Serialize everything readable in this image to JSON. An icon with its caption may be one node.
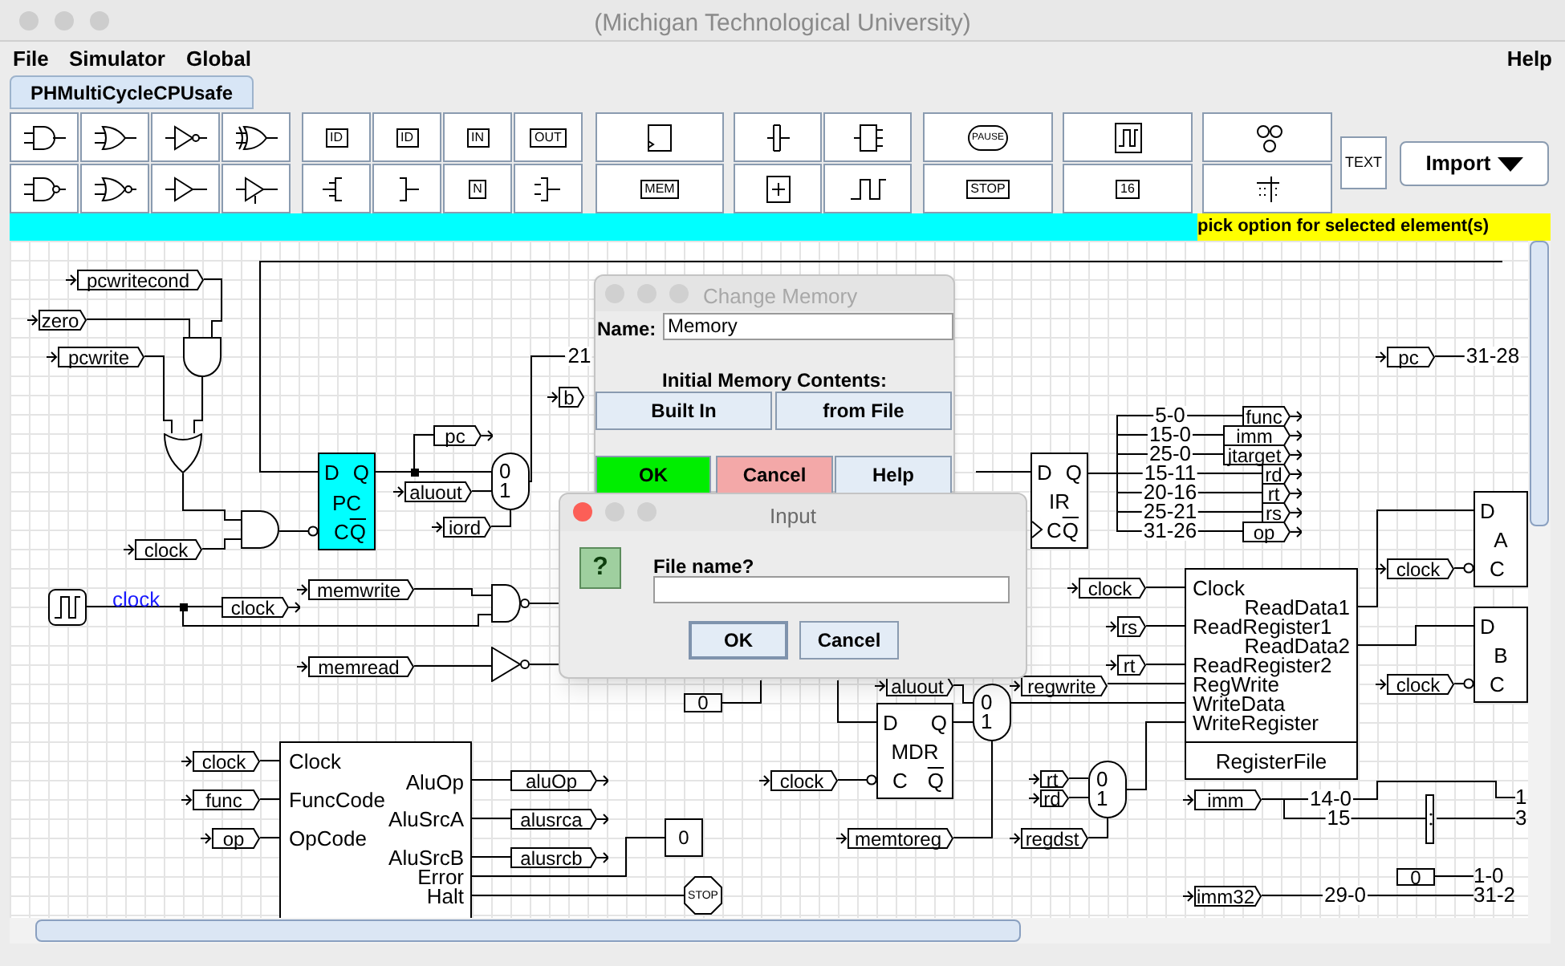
{
  "diagram": {
    "nodes": [
      {
        "text": [
          "pcwritecond"
        ]
      },
      {
        "text": [
          "zero"
        ]
      },
      {
        "text": [
          "pcwrite"
        ]
      },
      {
        "text": [],
        "shape": "gate"
      },
      {
        "text": [],
        "shape": "gate"
      },
      {
        "text": [],
        "shape": "gate"
      },
      {
        "text": [
          "clock"
        ]
      },
      {
        "text": [
          "D",
          "Q",
          "PC",
          "C",
          "Q"
        ]
      },
      {
        "text": [
          "pc"
        ]
      },
      {
        "text": [
          "aluout"
        ]
      },
      {
        "text": [
          "iord"
        ]
      },
      {
        "text": [
          "0",
          "1"
        ]
      },
      {
        "text": [
          "b"
        ]
      },
      {
        "text": [],
        "shape": "picture"
      },
      {
        "text": [
          "clock"
        ]
      },
      {
        "text": [
          "memwrite"
        ]
      },
      {
        "text": [],
        "shape": "gate"
      },
      {
        "text": [
          "memread"
        ]
      },
      {
        "text": [],
        "shape": "gate"
      },
      {
        "text": [
          "0"
        ]
      },
      {
        "text": [
          "Clock",
          "FuncCode",
          "OpCode",
          "AluOp",
          "AluSrcA",
          "AluSrcB",
          "Error",
          "Halt"
        ]
      },
      {
        "text": [
          "clock"
        ]
      },
      {
        "text": [
          "func"
        ]
      },
      {
        "text": [
          "op"
        ]
      },
      {
        "text": [
          "aluOp"
        ]
      },
      {
        "text": [
          "alusrca"
        ]
      },
      {
        "text": [
          "alusrcb"
        ]
      },
      {
        "text": [
          "0"
        ]
      },
      {
        "text": [
          "STOP"
        ]
      },
      {
        "text": [
          "aluout"
        ]
      },
      {
        "text": [
          "D",
          "Q",
          "MDR",
          "C",
          "Q"
        ]
      },
      {
        "text": [
          "0",
          "1"
        ]
      },
      {
        "text": [
          "clock"
        ]
      },
      {
        "text": [
          "memtoreg"
        ]
      },
      {
        "text": [
          "regwrite"
        ]
      },
      {
        "text": [
          "rt"
        ]
      },
      {
        "text": [
          "rd"
        ]
      },
      {
        "text": [
          "0",
          "1"
        ]
      },
      {
        "text": [
          "regdst"
        ]
      },
      {
        "text": [
          "Clock",
          "ReadData1",
          "ReadRegister1",
          "ReadData2",
          "ReadRegister2",
          "RegWrite",
          "WriteData",
          "WriteRegister",
          "RegisterFile"
        ]
      },
      {
        "text": [
          "clock"
        ]
      },
      {
        "text": [
          "rs"
        ]
      },
      {
        "text": [
          "rt"
        ]
      },
      {
        "text": [
          "D",
          "Q",
          "IR",
          "C",
          "Q"
        ]
      },
      {
        "text": [
          "func"
        ]
      },
      {
        "text": [
          "imm"
        ]
      },
      {
        "text": [
          "jtarget"
        ]
      },
      {
        "text": [
          "rd"
        ]
      },
      {
        "text": [
          "rt"
        ]
      },
      {
        "text": [
          "rs"
        ]
      },
      {
        "text": [
          "op"
        ]
      },
      {
        "text": [
          "pc"
        ]
      },
      {
        "text": [
          "D",
          "A",
          "C"
        ]
      },
      {
        "text": [
          "clock"
        ]
      },
      {
        "text": [
          "D",
          "B",
          "C"
        ]
      },
      {
        "text": [
          "clock"
        ]
      },
      {
        "text": [
          "imm"
        ]
      },
      {
        "text": [],
        "shape": "bar"
      },
      {
        "text": [
          "0"
        ]
      },
      {
        "text": [
          "imm32"
        ]
      },
      {
        "text": [
          "1"
        ]
      },
      {
        "text": [
          "3"
        ]
      },
      {
        "text": [
          "31-2"
        ]
      },
      {
        "text": [
          "1-0"
        ]
      }
    ],
    "edges": [
      {
        "from": 0,
        "to": 3,
        "arrow": "none"
      },
      {
        "from": 1,
        "to": 3,
        "arrow": "none"
      },
      {
        "from": 3,
        "to": 4,
        "arrow": "none"
      },
      {
        "from": 2,
        "to": 4,
        "arrow": "none"
      },
      {
        "from": 4,
        "to": 5,
        "arrow": "none"
      },
      {
        "from": 6,
        "to": 5,
        "arrow": "none"
      },
      {
        "from": 5,
        "to": 7,
        "arrow": "other"
      },
      {
        "from": 7,
        "to": 8,
        "arrow": "none"
      },
      {
        "from": 7,
        "to": 11,
        "arrow": "none"
      },
      {
        "from": 9,
        "to": 11,
        "arrow": "none"
      },
      {
        "from": 10,
        "to": 11,
        "arrow": "none"
      },
      {
        "from": 11,
        "to": null,
        "arrow": "none",
        "label": "21"
      },
      {
        "from": null,
        "to": 7,
        "arrow": "none"
      },
      {
        "from": 13,
        "to": 14,
        "arrow": "none"
      },
      {
        "from": 13,
        "to": 16,
        "arrow": "none"
      },
      {
        "from": 15,
        "to": 16,
        "arrow": "none"
      },
      {
        "from": 16,
        "to": null,
        "arrow": "none"
      },
      {
        "from": 17,
        "to": 18,
        "arrow": "none"
      },
      {
        "from": 18,
        "to": null,
        "arrow": "none"
      },
      {
        "from": 19,
        "to": null,
        "arrow": "none"
      },
      {
        "from": 21,
        "to": 20,
        "arrow": "none"
      },
      {
        "from": 22,
        "to": 20,
        "arrow": "none"
      },
      {
        "from": 23,
        "to": 20,
        "arrow": "none"
      },
      {
        "from": 20,
        "to": 24,
        "arrow": "none"
      },
      {
        "from": 20,
        "to": 25,
        "arrow": "none"
      },
      {
        "from": 20,
        "to": 26,
        "arrow": "none"
      },
      {
        "from": 20,
        "to": 27,
        "arrow": "none"
      },
      {
        "from": 20,
        "to": 28,
        "arrow": "none"
      },
      {
        "from": null,
        "to": 43,
        "arrow": "none"
      },
      {
        "from": 43,
        "to": 44,
        "arrow": "none",
        "label": "5-0"
      },
      {
        "from": 43,
        "to": 45,
        "arrow": "none",
        "label": "15-0"
      },
      {
        "from": 43,
        "to": 46,
        "arrow": "none",
        "label": "25-0"
      },
      {
        "from": 43,
        "to": 47,
        "arrow": "none",
        "label": "15-11"
      },
      {
        "from": 43,
        "to": 48,
        "arrow": "none",
        "label": "20-16"
      },
      {
        "from": 43,
        "to": 49,
        "arrow": "none",
        "label": "25-21"
      },
      {
        "from": 43,
        "to": 50,
        "arrow": "none",
        "label": "31-26"
      },
      {
        "from": 51,
        "to": null,
        "arrow": "none",
        "label": "31-28"
      },
      {
        "from": 29,
        "to": 31,
        "arrow": "none"
      },
      {
        "from": 30,
        "to": 31,
        "arrow": "none"
      },
      {
        "from": 32,
        "to": 30,
        "arrow": "other"
      },
      {
        "from": 33,
        "to": 31,
        "arrow": "none"
      },
      {
        "from": null,
        "to": 30,
        "arrow": "none"
      },
      {
        "from": 31,
        "to": 39,
        "arrow": "none"
      },
      {
        "from": 34,
        "to": 39,
        "arrow": "none"
      },
      {
        "from": 35,
        "to": 37,
        "arrow": "none"
      },
      {
        "from": 36,
        "to": 37,
        "arrow": "none"
      },
      {
        "from": 38,
        "to": 37,
        "arrow": "none"
      },
      {
        "from": 37,
        "to": 39,
        "arrow": "none"
      },
      {
        "from": 40,
        "to": 39,
        "arrow": "none"
      },
      {
        "from": 41,
        "to": 39,
        "arrow": "none"
      },
      {
        "from": 42,
        "to": 39,
        "arrow": "none"
      },
      {
        "from": 39,
        "to": 52,
        "arrow": "none"
      },
      {
        "from": 39,
        "to": 54,
        "arrow": "none"
      },
      {
        "from": 53,
        "to": 52,
        "arrow": "other"
      },
      {
        "from": 55,
        "to": 54,
        "arrow": "other"
      },
      {
        "from": 56,
        "to": 60,
        "arrow": "none",
        "label": "14-0"
      },
      {
        "from": 56,
        "to": 57,
        "arrow": "none",
        "label": "15"
      },
      {
        "from": 57,
        "to": 61,
        "arrow": "none"
      },
      {
        "from": 58,
        "to": 63,
        "arrow": "none"
      },
      {
        "from": 59,
        "to": 62,
        "arrow": "none",
        "label": "29-0"
      }
    ],
    "labels": [
      "(Michigan Technological University)",
      "File",
      "Simulator",
      "Global",
      "Help",
      "PHMultiCycleCPUsafe",
      "ID",
      "ID",
      "IN",
      "OUT",
      "N",
      "MEM",
      "PAUSE",
      "STOP",
      "16",
      "TEXT",
      "Import",
      "pick option for selected element(s)",
      "clock",
      "Change Memory",
      "Name:",
      "Memory",
      "Initial Memory Contents:",
      "Built In",
      "from File",
      "OK",
      "Cancel",
      "Help",
      "Input",
      "?",
      "File name?",
      "OK",
      "Cancel"
    ]
  }
}
